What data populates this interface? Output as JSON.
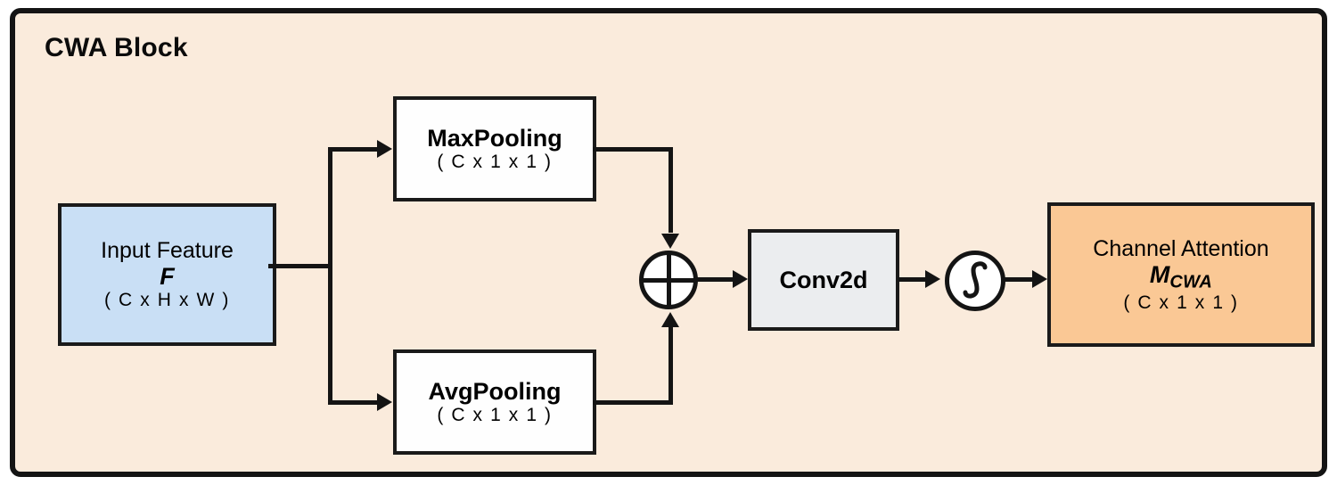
{
  "panel": {
    "title": "CWA Block",
    "background_color": "#faebdc",
    "border_color": "#141414"
  },
  "nodes": {
    "input": {
      "name": "Input Feature",
      "symbol": "F",
      "dims": "( C x H x W )",
      "fill_color": "#c9dff5"
    },
    "maxpool": {
      "name": "MaxPooling",
      "dims": "( C x 1 x 1 )",
      "fill_color": "#fefefe"
    },
    "avgpool": {
      "name": "AvgPooling",
      "dims": "( C x 1 x 1 )",
      "fill_color": "#fefefe"
    },
    "conv2d": {
      "name": "Conv2d",
      "fill_color": "#ebedef"
    },
    "output": {
      "name": "Channel Attention",
      "symbol_base": "M",
      "symbol_sub": "CWA",
      "dims": "( C x 1 x 1 )",
      "fill_color": "#fac895"
    }
  },
  "operators": {
    "sum": {
      "label": "element-wise-sum",
      "glyph": "⊕"
    },
    "sigmoid": {
      "label": "sigmoid-activation",
      "glyph": "∫"
    }
  },
  "chart_data": {
    "type": "diagram",
    "title": "CWA Block",
    "nodes": [
      {
        "id": "input",
        "label": "Input Feature F ( C x H x W )",
        "shape": "rect",
        "fill": "#c9dff5"
      },
      {
        "id": "maxpool",
        "label": "MaxPooling ( C x 1 x 1 )",
        "shape": "rect",
        "fill": "#fefefe"
      },
      {
        "id": "avgpool",
        "label": "AvgPooling ( C x 1 x 1 )",
        "shape": "rect",
        "fill": "#fefefe"
      },
      {
        "id": "sum",
        "label": "⊕",
        "shape": "circle",
        "fill": "#ffffff"
      },
      {
        "id": "conv2d",
        "label": "Conv2d",
        "shape": "rect",
        "fill": "#ebedef"
      },
      {
        "id": "sigmoid",
        "label": "sigmoid",
        "shape": "circle",
        "fill": "#ffffff"
      },
      {
        "id": "output",
        "label": "Channel Attention M_CWA ( C x 1 x 1 )",
        "shape": "rect",
        "fill": "#fac895"
      }
    ],
    "edges": [
      {
        "from": "input",
        "to": "maxpool"
      },
      {
        "from": "input",
        "to": "avgpool"
      },
      {
        "from": "maxpool",
        "to": "sum"
      },
      {
        "from": "avgpool",
        "to": "sum"
      },
      {
        "from": "sum",
        "to": "conv2d"
      },
      {
        "from": "conv2d",
        "to": "sigmoid"
      },
      {
        "from": "sigmoid",
        "to": "output"
      }
    ]
  }
}
